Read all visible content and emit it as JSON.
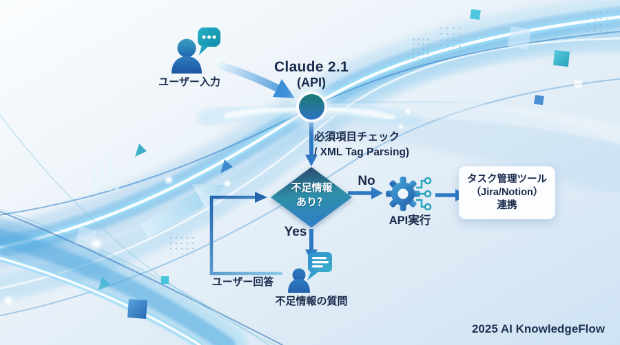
{
  "flow": {
    "user_input": {
      "label": "ユーザー入力"
    },
    "claude": {
      "title": "Claude 2.1",
      "subtitle": "(API)"
    },
    "parse_step": {
      "line1": "必須項目チェック",
      "line2": "/ XML Tag Parsing)"
    },
    "decision": {
      "line1": "不足情報",
      "line2": "あり？"
    },
    "branch_no": {
      "label": "No"
    },
    "branch_yes": {
      "label": "Yes"
    },
    "api_exec": {
      "label": "API実行"
    },
    "task_tool": {
      "line1": "タスク管理ツール",
      "line2": "（Jira/Notion）",
      "line3": "連携"
    },
    "question": {
      "label": "不足情報の質問"
    },
    "user_answer": {
      "label": "ユーザー回答"
    }
  },
  "footer": {
    "credit": "2025 AI KnowledgeFlow"
  },
  "icons": {
    "user_input_icon": "person-with-speech-bubble",
    "claude_node": "circle-node",
    "api_exec_icon": "gear-with-circuit",
    "question_icon": "person-with-message-bubble"
  },
  "colors": {
    "text_dark": "#18294a",
    "arrow_blue": "#2e78c4",
    "teal": "#1f9fb8",
    "node_top": "#1a7a70",
    "node_bottom": "#2f74c4",
    "diamond_top": "#2b4a70",
    "diamond_mid": "#2d8fa6",
    "diamond_bottom": "#2f7ec9",
    "box_bg": "#fbfdff",
    "dot_color": "#7fb6d9"
  }
}
